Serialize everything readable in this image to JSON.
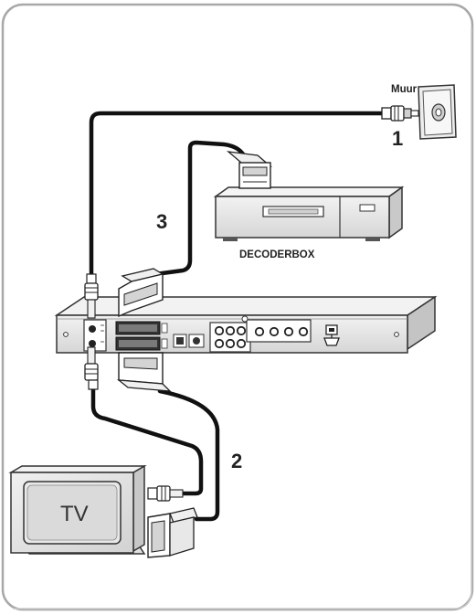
{
  "labels": {
    "wall": "Muur",
    "step1": "1",
    "step2": "2",
    "step3": "3",
    "decoder": "DECODERBOX",
    "tv": "TV"
  },
  "colors": {
    "frame_stroke": "#a8a8a8",
    "cable": "#111111",
    "device_fill": "#e6e6e6",
    "device_dark": "#cfcfcf",
    "outline": "#333333"
  },
  "icons": {
    "wall_outlet": "wall-antenna-outlet-icon",
    "rf_plug": "rf-coax-plug-icon",
    "scart_plug": "scart-plug-icon",
    "recorder": "dvd-recorder-icon",
    "decoder": "decoder-box-icon",
    "tv": "television-icon"
  }
}
